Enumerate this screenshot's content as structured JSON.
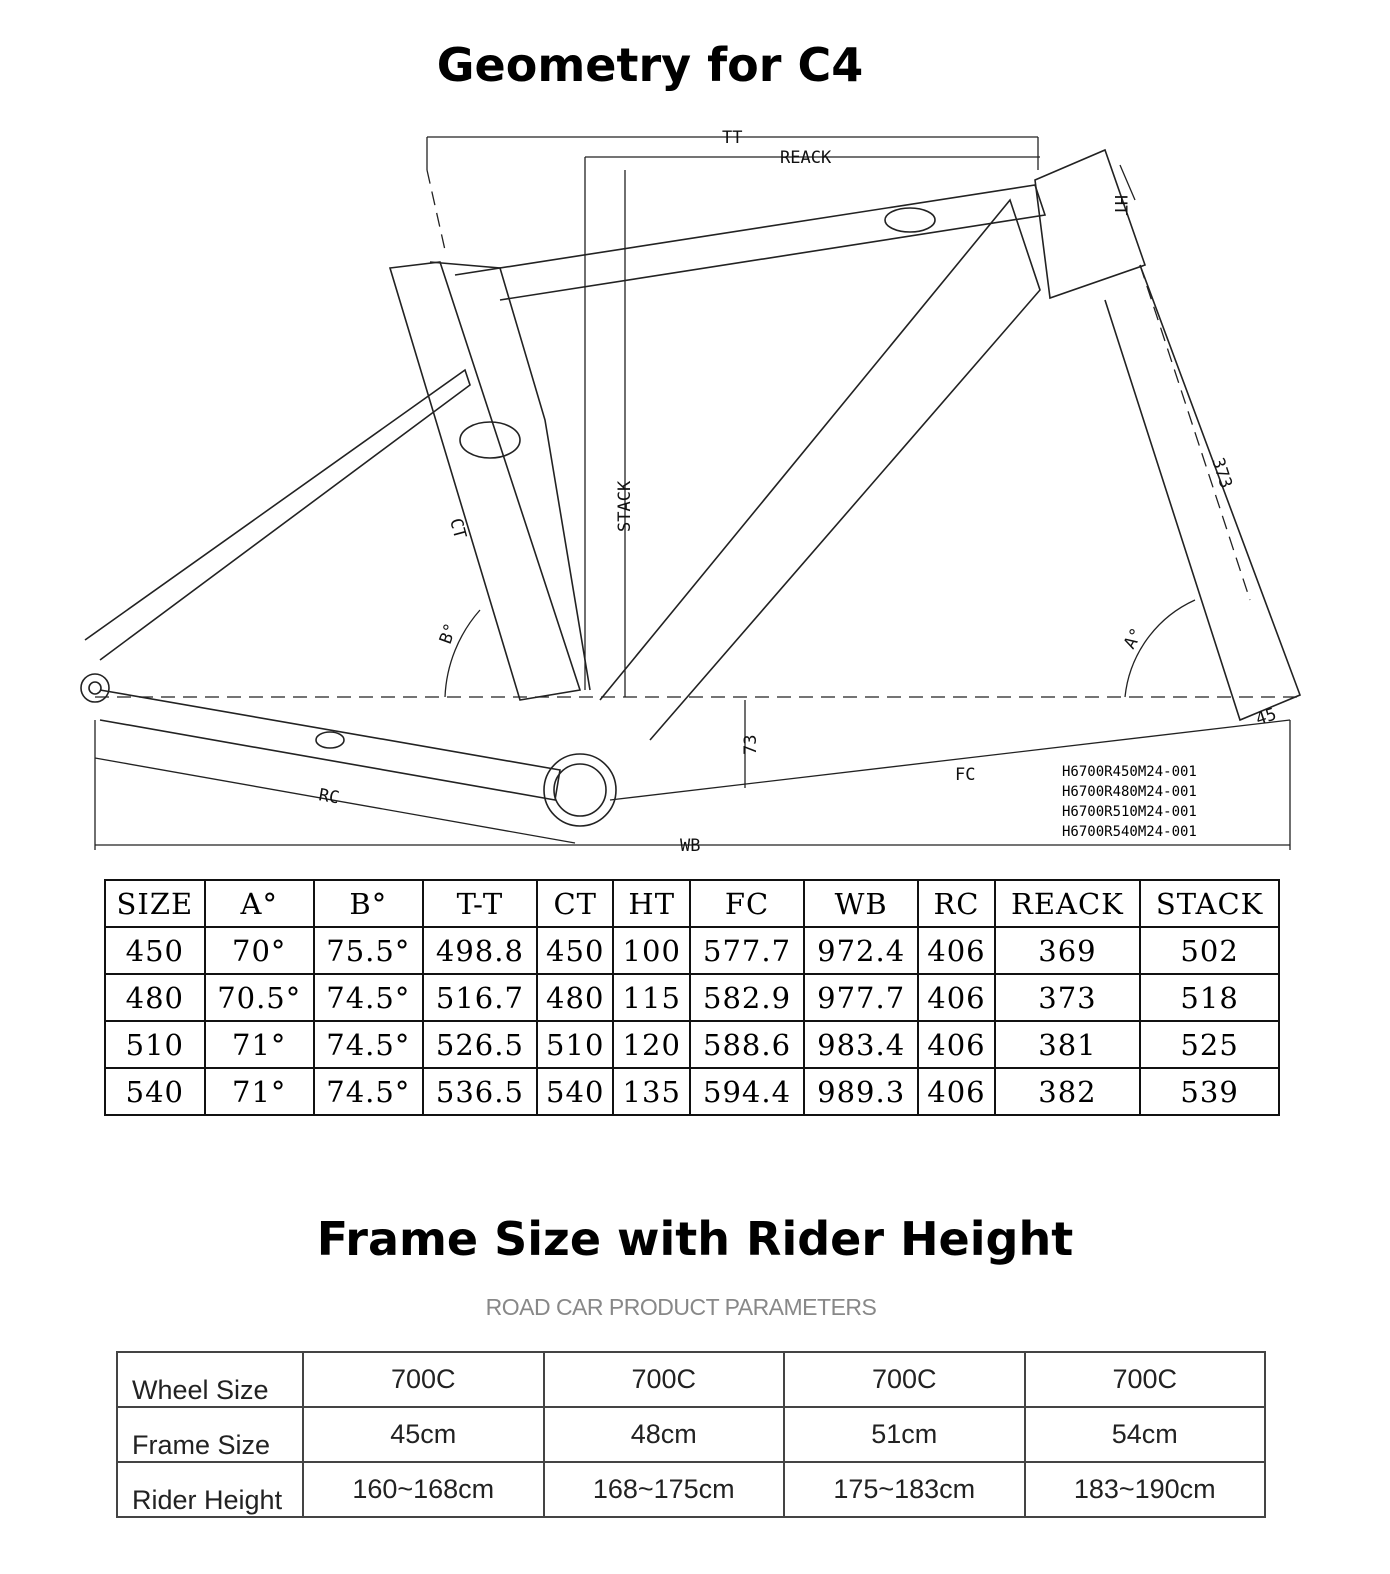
{
  "title": "Geometry for C4",
  "diagram": {
    "labels": {
      "tt": "TT",
      "reach": "REACK",
      "ht": "HT",
      "stack": "STACK",
      "ct": "CT",
      "b_angle": "B°",
      "a_angle": "A°",
      "fork": "373",
      "offset": "45",
      "bb_drop": "73",
      "fc": "FC",
      "rc": "RC",
      "wb": "WB"
    },
    "part_codes": [
      "H6700R450M24-001",
      "H6700R480M24-001",
      "H6700R510M24-001",
      "H6700R540M24-001"
    ]
  },
  "geometry_table": {
    "headers": [
      "SIZE",
      "A°",
      "B°",
      "T-T",
      "CT",
      "HT",
      "FC",
      "WB",
      "RC",
      "REACK",
      "STACK"
    ],
    "rows": [
      [
        "450",
        "70°",
        "75.5°",
        "498.8",
        "450",
        "100",
        "577.7",
        "972.4",
        "406",
        "369",
        "502"
      ],
      [
        "480",
        "70.5°",
        "74.5°",
        "516.7",
        "480",
        "115",
        "582.9",
        "977.7",
        "406",
        "373",
        "518"
      ],
      [
        "510",
        "71°",
        "74.5°",
        "526.5",
        "510",
        "120",
        "588.6",
        "983.4",
        "406",
        "381",
        "525"
      ],
      [
        "540",
        "71°",
        "74.5°",
        "536.5",
        "540",
        "135",
        "594.4",
        "989.3",
        "406",
        "382",
        "539"
      ]
    ]
  },
  "rider_title": "Frame Size with Rider Height",
  "rider_subtitle": "ROAD CAR PRODUCT PARAMETERS",
  "rider_table": {
    "rows": [
      {
        "label": "Wheel Size",
        "values": [
          "700C",
          "700C",
          "700C",
          "700C"
        ]
      },
      {
        "label": "Frame Size",
        "values": [
          "45cm",
          "48cm",
          "51cm",
          "54cm"
        ]
      },
      {
        "label": "Rider Height",
        "values": [
          "160~168cm",
          "168~175cm",
          "175~183cm",
          "183~190cm"
        ]
      }
    ]
  }
}
